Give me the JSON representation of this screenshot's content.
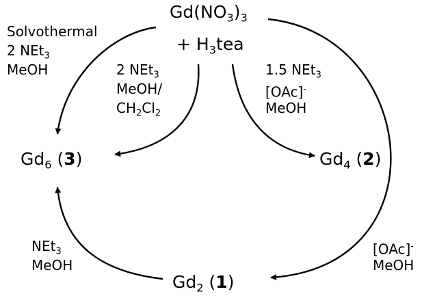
{
  "reactants": {
    "line1": {
      "base": "Gd(NO",
      "sub1": "3",
      "mid": ")",
      "sub2": "3"
    },
    "line2": {
      "pre": "+ H",
      "sub": "3",
      "post": "tea"
    }
  },
  "products": {
    "gd6": {
      "base": "Gd",
      "sub": "6",
      "open": " (",
      "num": "3",
      "close": ")"
    },
    "gd4": {
      "base": "Gd",
      "sub": "4",
      "open": " (",
      "num": "2",
      "close": ")"
    },
    "gd2": {
      "base": "Gd",
      "sub": "2",
      "open": " (",
      "num": "1",
      "close": ")"
    }
  },
  "conditions": {
    "solvothermal": {
      "l1": "Solvothermal",
      "l2": "2 NEt",
      "l2sub": "3",
      "l3": "MeOH"
    },
    "dcm": {
      "l1": "2 NEt",
      "l1sub": "3",
      "l2": "MeOH/",
      "l3a": "CH",
      "l3sub1": "2",
      "l3b": "Cl",
      "l3sub2": "2"
    },
    "oac_gd4": {
      "l1": "1.5 NEt",
      "l1sub": "3",
      "l2": "[OAc]",
      "l2sup": "-",
      "l3": "MeOH"
    },
    "net3_gd6": {
      "l1": "NEt",
      "l1sub": "3",
      "l2": "MeOH"
    },
    "oac_gd2": {
      "l1": "[OAc]",
      "l1sup": "-",
      "l2": "MeOH"
    }
  }
}
